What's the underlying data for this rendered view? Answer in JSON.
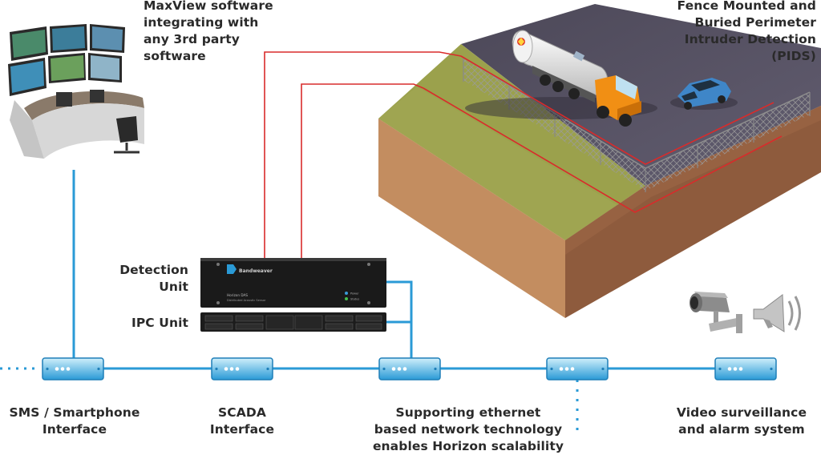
{
  "labels": {
    "maxview": [
      "MaxView software",
      "integrating with",
      "any 3rd party",
      "software"
    ],
    "pids": [
      "Fence Mounted and",
      "Buried Perimeter",
      "Intruder Detection",
      "(PIDS)"
    ],
    "detection_unit": [
      "Detection",
      "Unit"
    ],
    "ipc_unit": "IPC Unit",
    "sms": [
      "SMS / Smartphone",
      "Interface"
    ],
    "scada": [
      "SCADA",
      "Interface"
    ],
    "ethernet": [
      "Supporting ethernet",
      "based network technology",
      "enables Horizon scalability"
    ],
    "video": [
      "Video surveillance",
      "and alarm system"
    ]
  },
  "device": {
    "brand": "Bandweaver",
    "model_line1": "Horizon DAS",
    "model_line2": "Distributed Acoustic Sensor",
    "led1": "Power",
    "led2": "Status"
  },
  "colors": {
    "network_line": "#2a9ad6",
    "sensor_fiber": "#d92b2b",
    "device_body": "#1a1a1a",
    "grass": "#9aa04a",
    "soil_front": "#c08a5e",
    "soil_side": "#8c5a3c",
    "asphalt": "#595466"
  },
  "icons": [
    "control-room-icon",
    "tanker-truck-icon",
    "car-icon",
    "cctv-camera-icon",
    "siren-icon"
  ]
}
